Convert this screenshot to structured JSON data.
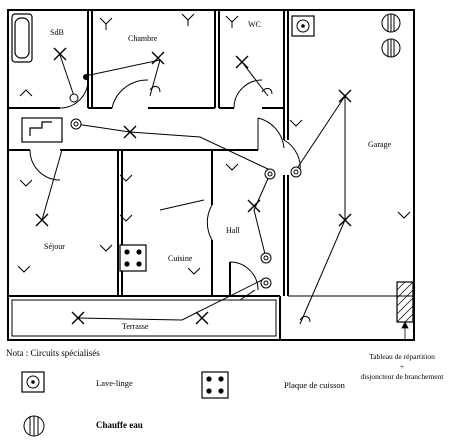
{
  "rooms": {
    "sdb": "SdB",
    "chambre": "Chambre",
    "wc": "WC",
    "garage": "Garage",
    "sejour": "Séjour",
    "cuisine": "Cuisine",
    "hall": "Hall",
    "terrasse": "Terrasse"
  },
  "note": "Nota : Circuits spécialisés",
  "tableau": {
    "line1": "Tableau de répartition",
    "line2": "+",
    "line3": "disjoncteur de branchement"
  },
  "legend": {
    "lave_linge": "Lave-linge",
    "plaque": "Plaque de cuisson",
    "chauffe_eau": "Chauffe eau"
  },
  "icons": {
    "ceiling_light": "x-mark-icon",
    "wall_outlet": "outlet-icon",
    "switch": "switch-icon"
  }
}
